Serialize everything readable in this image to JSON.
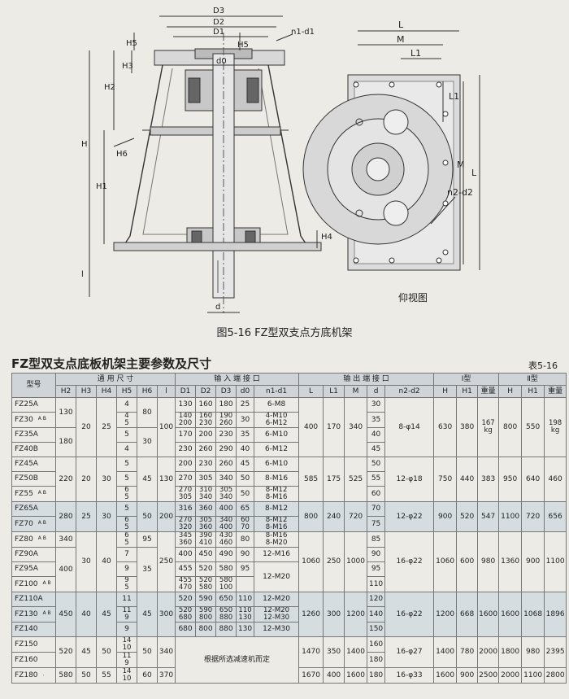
{
  "figure": {
    "caption": "图5-16 FZ型双支点方底机架",
    "bottom_view_label": "仰视图",
    "dims_top": [
      "D3",
      "D2",
      "D1",
      "d0",
      "H5",
      "n1-d1"
    ],
    "dims_left": [
      "H",
      "H1",
      "H2",
      "H3",
      "H6",
      "l"
    ],
    "dims_bottom": [
      "d",
      "H4"
    ],
    "dims_side": [
      "L",
      "M",
      "L1",
      "M",
      "L",
      "n2-d2"
    ]
  },
  "table": {
    "title": "FZ型双支点底板机架主要参数及尺寸",
    "number": "表5-16",
    "group_headers": [
      "型号",
      "通 用 尺 寸",
      "输 入 端 接 口",
      "输 出 端 接 口",
      "Ⅰ型",
      "Ⅱ型"
    ],
    "col_headers": [
      "H2",
      "H3",
      "H4",
      "H5",
      "H6",
      "l",
      "D1",
      "D2",
      "D3",
      "d0",
      "n1-d1",
      "L",
      "L1",
      "M",
      "d",
      "n2-d2",
      "H",
      "H1",
      "重量",
      "H",
      "H1",
      "重量"
    ],
    "models": [
      {
        "n": "FZ25A",
        "s": ""
      },
      {
        "n": "FZ30",
        "s": "A B"
      },
      {
        "n": "FZ35A",
        "s": ""
      },
      {
        "n": "FZ40B",
        "s": ""
      },
      {
        "n": "FZ45A",
        "s": ""
      },
      {
        "n": "FZ50B",
        "s": ""
      },
      {
        "n": "FZ55",
        "s": "A B"
      },
      {
        "n": "FZ65A",
        "s": ""
      },
      {
        "n": "FZ70",
        "s": "A B"
      },
      {
        "n": "FZ80",
        "s": "A B"
      },
      {
        "n": "FZ90A",
        "s": ""
      },
      {
        "n": "FZ95A",
        "s": ""
      },
      {
        "n": "FZ100",
        "s": "A B"
      },
      {
        "n": "FZ110A",
        "s": ""
      },
      {
        "n": "FZ130",
        "s": "A B"
      },
      {
        "n": "FZ140",
        "s": ""
      },
      {
        "n": "FZ150",
        "s": ""
      },
      {
        "n": "FZ160",
        "s": ""
      },
      {
        "n": "FZ180",
        "s": "."
      }
    ],
    "h5": [
      "4",
      "4\n5",
      "5",
      "4",
      "5",
      "5",
      "6\n5",
      "5",
      "6\n5",
      "6\n5",
      "7",
      "9",
      "9\n5",
      "11",
      "11\n9",
      "9",
      "14\n10",
      "11\n9",
      "14\n10"
    ],
    "d1": [
      "130",
      "140\n200",
      "170",
      "230",
      "200",
      "270",
      "270\n305",
      "316",
      "270\n320",
      "345\n360",
      "400",
      "455",
      "455\n470",
      "520",
      "520\n680",
      "680",
      "",
      "",
      ""
    ],
    "d2": [
      "160",
      "160\n230",
      "200",
      "260",
      "230",
      "305",
      "310\n340",
      "360",
      "305\n360",
      "390\n410",
      "450",
      "520",
      "520\n580",
      "590",
      "590\n800",
      "800",
      "",
      "",
      ""
    ],
    "d3": [
      "180",
      "190\n260",
      "230",
      "290",
      "260",
      "340",
      "305\n340",
      "400",
      "340\n400",
      "430\n460",
      "490",
      "580",
      "580\n100",
      "650",
      "650\n880",
      "880",
      "",
      "",
      ""
    ],
    "d0": [
      "25",
      "30",
      "35",
      "40",
      "45",
      "50",
      "50",
      "65",
      "60\n70",
      "80",
      "90",
      "95",
      "",
      "110",
      "110\n130",
      "130",
      "",
      "",
      ""
    ],
    "n1": [
      "6-M8",
      "4-M10\n6-M12",
      "6-M10",
      "6-M12",
      "6-M10",
      "8-M16",
      "8-M12\n8-M16",
      "8-M12",
      "8-M12\n8-M16",
      "8-M16\n8-M20",
      "12-M16",
      "",
      "12-M20",
      "12-M20",
      "12-M20\n12-M30",
      "12-M30",
      "",
      "",
      ""
    ],
    "out_d": [
      "30",
      "35",
      "40",
      "45",
      "50",
      "55",
      "60",
      "70",
      "75",
      "85",
      "90",
      "95",
      "110",
      "120",
      "140",
      "150",
      "160",
      "180",
      "180"
    ],
    "common": {
      "g1": {
        "h2a": "130",
        "h2b": "180",
        "h3": "20",
        "h4": "25",
        "h6a": "80",
        "h6b": "30",
        "l": "100"
      },
      "g2": {
        "h2": "220",
        "h3": "20",
        "h4": "30",
        "h6": "45",
        "l": "130"
      },
      "g3": {
        "h2": "280",
        "h3": "25",
        "h4": "30",
        "h6": "50",
        "l": "200"
      },
      "g4": {
        "h2a": "340",
        "h2b": "400",
        "h3": "30",
        "h4": "40",
        "h6a": "95",
        "h6b": "35",
        "l": "250"
      },
      "g5": {
        "h2": "450",
        "h3": "40",
        "h4": "45",
        "h6": "45",
        "l": "300"
      },
      "g6": {
        "h2": "520",
        "h3": "45",
        "h4": "50",
        "h6": "50",
        "l": "340"
      },
      "g7": {
        "h2": "580",
        "h3": "50",
        "h4": "55",
        "h6": "60",
        "l": "370"
      }
    },
    "note": "根据所选减速机而定",
    "outputs": [
      {
        "L": "400",
        "L1": "170",
        "M": "340",
        "n2": "8-φ14",
        "H": "630",
        "H1": "380",
        "W": "167\nkg",
        "H2": "800",
        "H12": "550",
        "W2": "198\nkg"
      },
      {
        "L": "585",
        "L1": "175",
        "M": "525",
        "n2": "12-φ18",
        "H": "750",
        "H1": "440",
        "W": "383",
        "H2": "950",
        "H12": "640",
        "W2": "460"
      },
      {
        "L": "800",
        "L1": "240",
        "M": "720",
        "n2": "12-φ22",
        "H": "900",
        "H1": "520",
        "W": "547",
        "H2": "1100",
        "H12": "720",
        "W2": "656"
      },
      {
        "L": "1060",
        "L1": "250",
        "M": "1000",
        "n2": "16-φ22",
        "H": "1060",
        "H1": "600",
        "W": "980",
        "H2": "1360",
        "H12": "900",
        "W2": "1100"
      },
      {
        "L": "1260",
        "L1": "300",
        "M": "1200",
        "n2": "16-φ22",
        "H": "1200",
        "H1": "668",
        "W": "1600",
        "H2": "1600",
        "H12": "1068",
        "W2": "1896"
      },
      {
        "L": "1470",
        "L1": "350",
        "M": "1400",
        "n2": "16-φ27",
        "H": "1400",
        "H1": "780",
        "W": "2000",
        "H2": "1800",
        "H12": "980",
        "W2": "2395"
      },
      {
        "L": "1670",
        "L1": "400",
        "M": "1600",
        "n2": "16-φ33",
        "H": "1600",
        "H1": "900",
        "W": "2500",
        "H2": "2000",
        "H12": "1100",
        "W2": "2800"
      }
    ]
  }
}
